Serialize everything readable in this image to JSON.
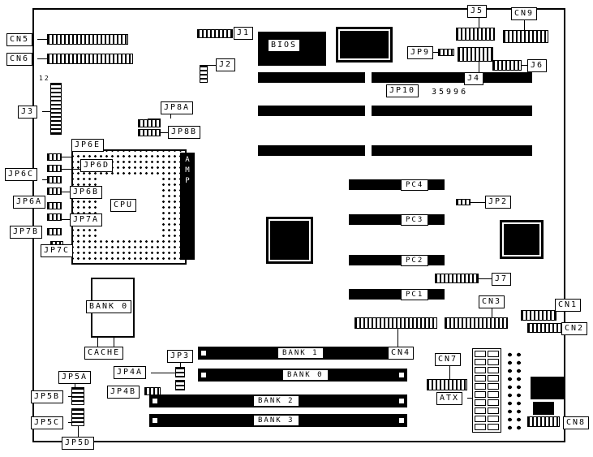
{
  "board": {
    "silkscreen": "35996",
    "j3_pins": "12"
  },
  "labels": {
    "cn5": "CN5",
    "cn6": "CN6",
    "j3": "J3",
    "j1": "J1",
    "j2": "J2",
    "jp8a": "JP8A",
    "jp8b": "JP8B",
    "jp6e": "JP6E",
    "jp6d": "JP6D",
    "jp6c": "JP6C",
    "jp6b": "JP6B",
    "jp6a": "JP6A",
    "jp7a": "JP7A",
    "jp7b": "JP7B",
    "jp7c": "JP7C",
    "cpu": "CPU",
    "amp": "AMP",
    "bios": "BIOS",
    "j5": "J5",
    "cn9": "CN9",
    "jp9": "JP9",
    "j4": "J4",
    "j6": "J6",
    "jp10": "JP10",
    "jp2": "JP2",
    "j7": "J7",
    "pc4": "PC4",
    "pc3": "PC3",
    "pc2": "PC2",
    "pc1": "PC1",
    "cn3": "CN3",
    "cn1": "CN1",
    "cn2": "CN2",
    "cn4": "CN4",
    "bank0_cache": "BANK 0",
    "cache": "CACHE",
    "bank1": "BANK 1",
    "bank0": "BANK 0",
    "bank2": "BANK 2",
    "bank3": "BANK 3",
    "jp3": "JP3",
    "jp4a": "JP4A",
    "jp4b": "JP4B",
    "jp5a": "JP5A",
    "jp5b": "JP5B",
    "jp5c": "JP5C",
    "jp5d": "JP5D",
    "cn7": "CN7",
    "atx": "ATX",
    "cn8": "CN8"
  }
}
